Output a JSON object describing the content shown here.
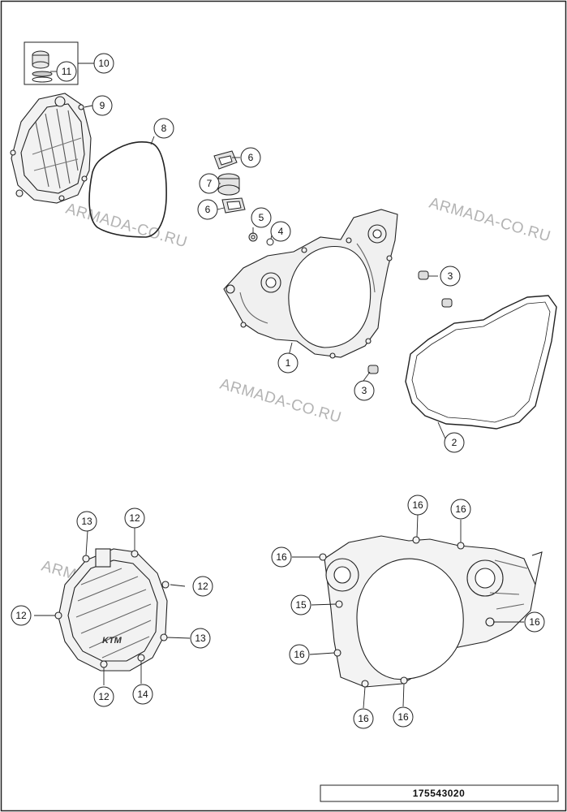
{
  "diagram": {
    "reference_number": "175543020",
    "watermark_text": "ARMADA-CO.RU",
    "callouts": {
      "c10": "10",
      "c11": "11",
      "c9": "9",
      "c8": "8",
      "c6a": "6",
      "c7": "7",
      "c6b": "6",
      "c5": "5",
      "c4": "4",
      "c3a": "3",
      "c3b": "3",
      "c1": "1",
      "c2": "2",
      "c13a": "13",
      "c12a": "12",
      "c12b": "12",
      "c12c": "12",
      "c13b": "13",
      "c12d": "12",
      "c14": "14",
      "c16a": "16",
      "c16b": "16",
      "c16c": "16",
      "c15": "15",
      "c16d": "16",
      "c16e": "16",
      "c16f": "16",
      "c16g": "16"
    }
  }
}
